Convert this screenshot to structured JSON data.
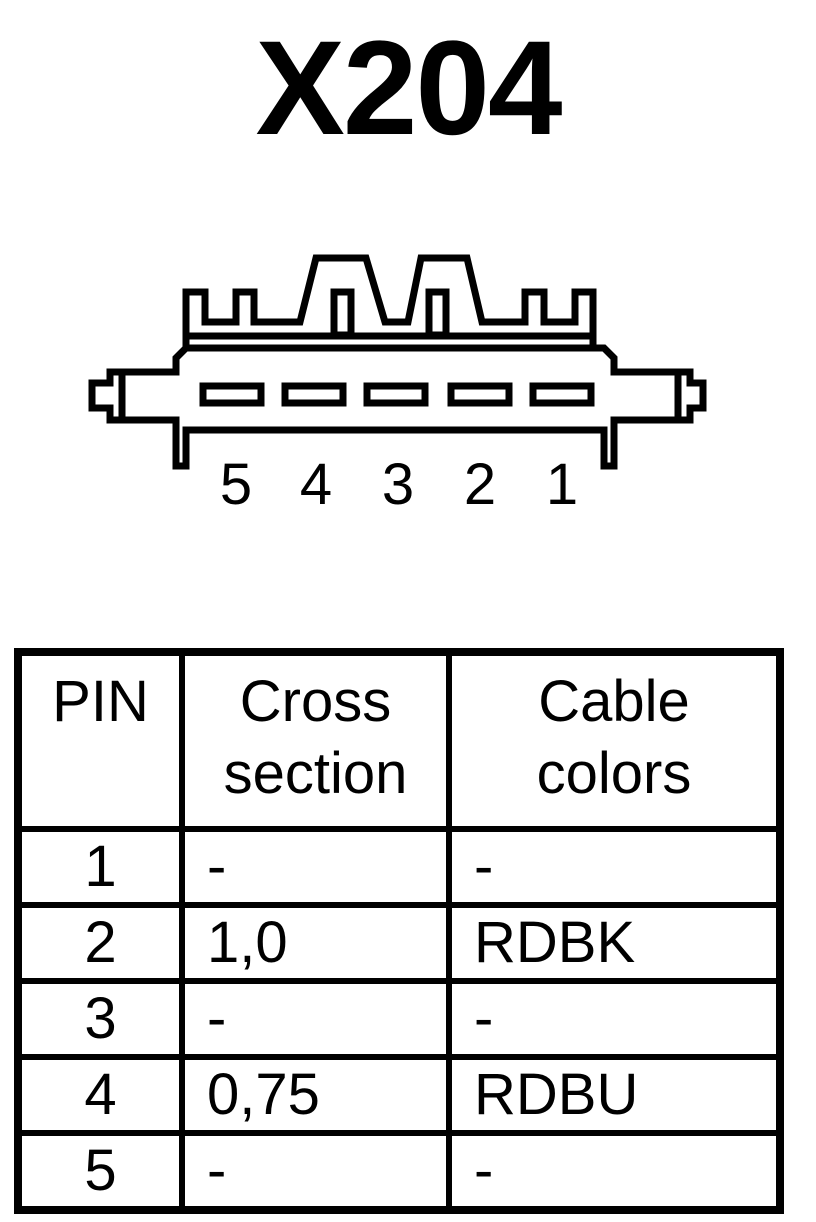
{
  "title": "X204",
  "connector": {
    "pin_labels": [
      "5",
      "4",
      "3",
      "2",
      "1"
    ]
  },
  "table": {
    "headers": {
      "pin": "PIN",
      "cross_section": [
        "Cross",
        "section"
      ],
      "cable_colors": [
        "Cable",
        "colors"
      ]
    },
    "rows": [
      {
        "pin": "1",
        "cross_section": "-",
        "cable_color": "-"
      },
      {
        "pin": "2",
        "cross_section": "1,0",
        "cable_color": "RDBK"
      },
      {
        "pin": "3",
        "cross_section": "-",
        "cable_color": "-"
      },
      {
        "pin": "4",
        "cross_section": "0,75",
        "cable_color": "RDBU"
      },
      {
        "pin": "5",
        "cross_section": "-",
        "cable_color": "-"
      }
    ]
  }
}
